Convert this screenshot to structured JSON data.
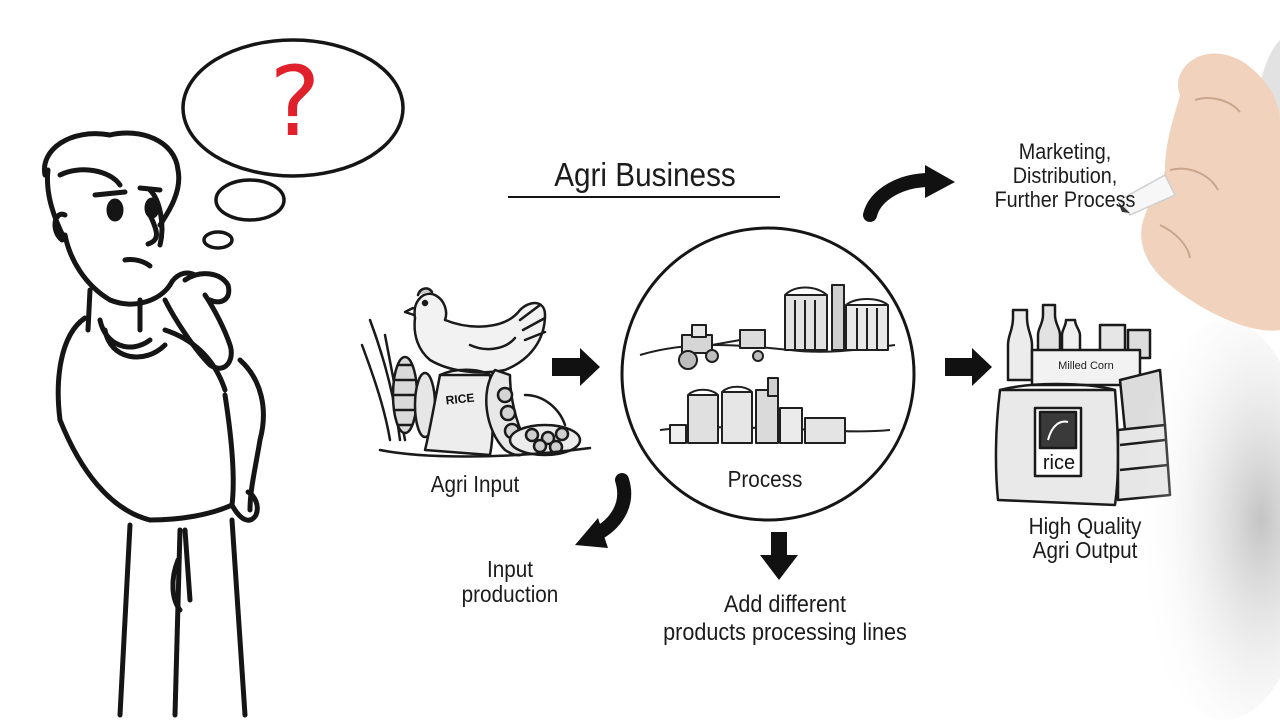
{
  "diagram": {
    "title": "Agri Business",
    "nodes": {
      "agri_input": "Agri Input",
      "process": "Process",
      "output": [
        "High Quality",
        "Agri Output"
      ]
    },
    "branches": {
      "input_production": [
        "Input",
        "production"
      ],
      "add_lines": [
        "Add different",
        "products processing lines"
      ],
      "marketing": [
        "Marketing,",
        "Distribution,",
        "Further Process"
      ]
    },
    "product_labels": {
      "sack": "RICE",
      "milled": "Milled Corn",
      "bag": "rice"
    },
    "thought_bubble": "?"
  },
  "colors": {
    "ink": "#1a1a1a",
    "question_mark": "#e0202a",
    "background": "#ffffff"
  }
}
